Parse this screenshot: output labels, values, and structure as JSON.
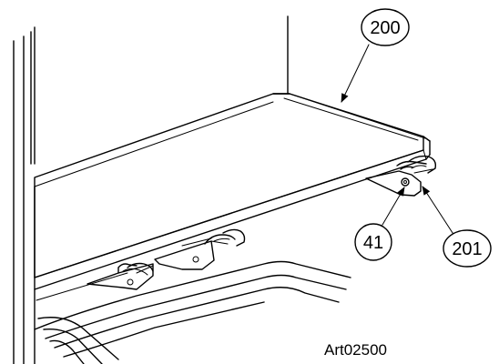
{
  "callouts": {
    "shelf": "200",
    "roller": "41",
    "support": "201"
  },
  "art_id": "Art02500"
}
